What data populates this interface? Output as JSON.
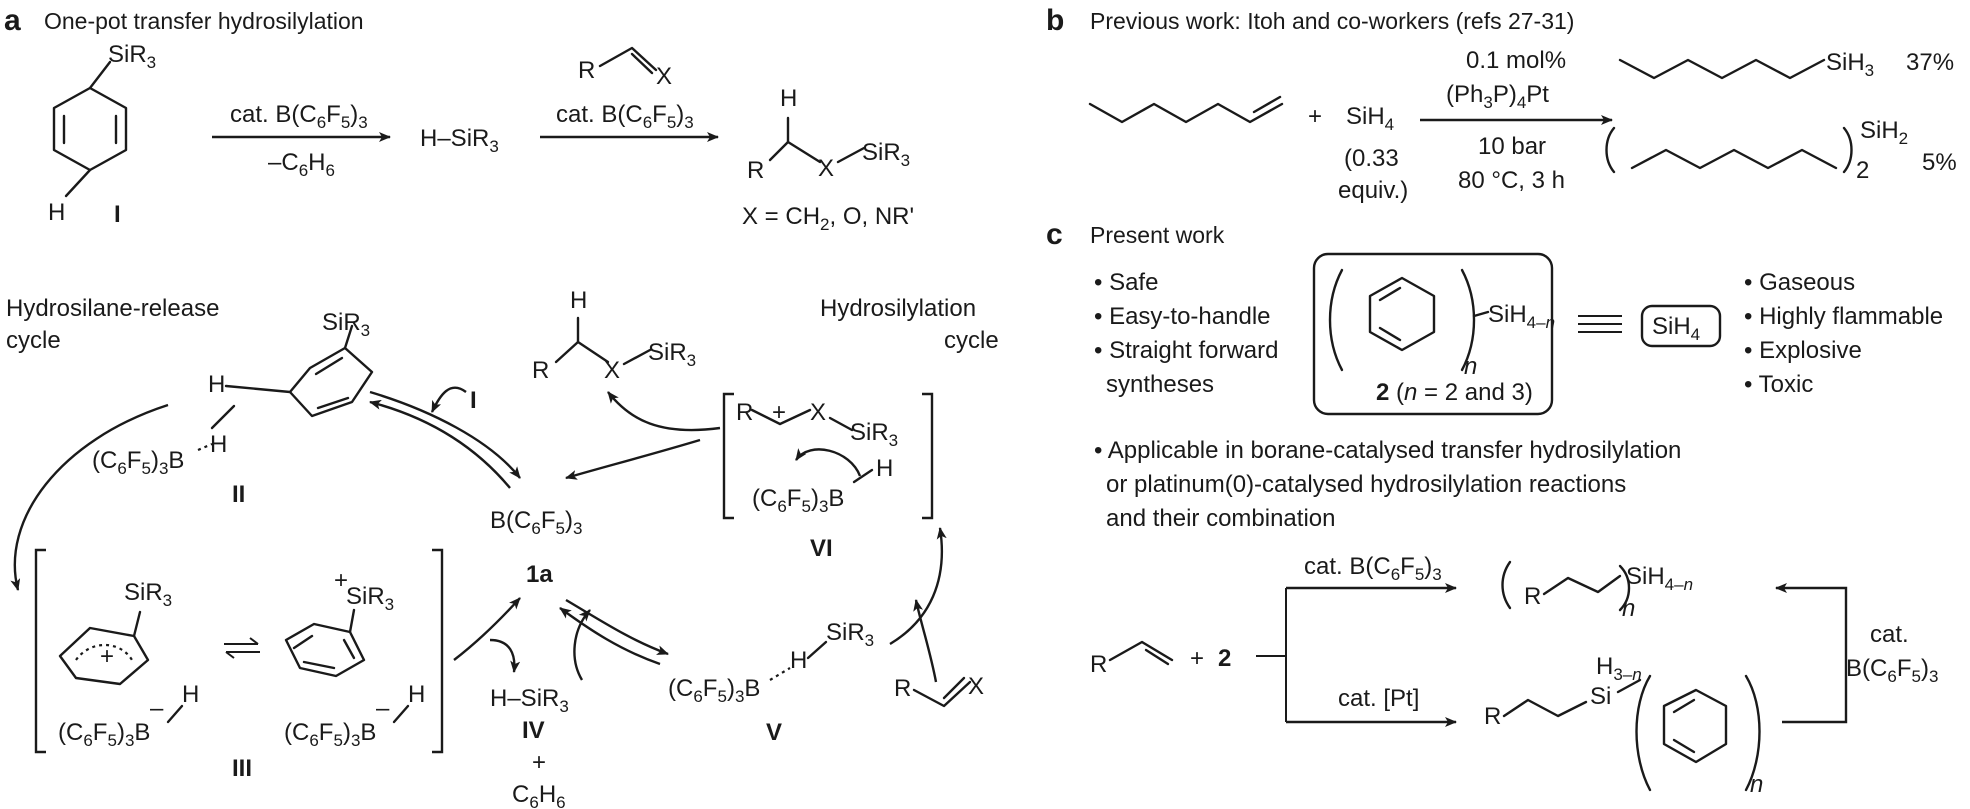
{
  "panel_a": {
    "letter": "a",
    "title": "One-pot transfer hydrosilylation",
    "reagent1_cat": "cat. B(C6F5)3",
    "reagent1_byproduct": "–C6H6",
    "hydrosilane": "H–SiR3",
    "reagent2_cat": "cat. B(C6F5)3",
    "x_definition": "X = CH2, O, NR'",
    "compound_I": "I",
    "left_cycle_label": [
      "Hydrosilane-release",
      "cycle"
    ],
    "right_cycle_label": [
      "Hydrosilylation",
      "cycle"
    ],
    "species": {
      "II": "II",
      "III": "III",
      "IV": "IV",
      "V": "V",
      "VI": "VI",
      "catalyst_label": "1a",
      "catalyst_formula": "B(C6F5)3",
      "benzene": "C6H6",
      "plus": "+"
    }
  },
  "panel_b": {
    "letter": "b",
    "title": "Previous work: Itoh and co-workers (refs 27-31)",
    "plus": "+",
    "silane": "SiH4",
    "silane_equiv": [
      "(0.33",
      "equiv.)"
    ],
    "conditions": [
      "0.1 mol%",
      "(Ph3P)4Pt",
      "10 bar",
      "80 °C, 3 h"
    ],
    "product1_yield": "37%",
    "product2_yield": "5%",
    "product2_subscript": "2"
  },
  "panel_c": {
    "letter": "c",
    "title": "Present work",
    "pros": [
      "• Safe",
      "• Easy-to-handle",
      "• Straight forward",
      "syntheses"
    ],
    "cons": [
      "• Gaseous",
      "• Highly flammable",
      "• Explosive",
      "• Toxic"
    ],
    "reagent_label": "2 (n = 2 and 3)",
    "equivalent_to": "SiH4",
    "applicability": [
      "• Applicable in borane-catalysed transfer hydrosilylation",
      "or platinum(0)-catalysed hydrosilylation reactions",
      "and their combination"
    ],
    "plus": "+",
    "reagent_number": "2",
    "upper_conditions": "cat. B(C6F5)3",
    "lower_conditions": "cat. [Pt]",
    "side_conditions": [
      "cat.",
      "B(C6F5)3"
    ]
  }
}
